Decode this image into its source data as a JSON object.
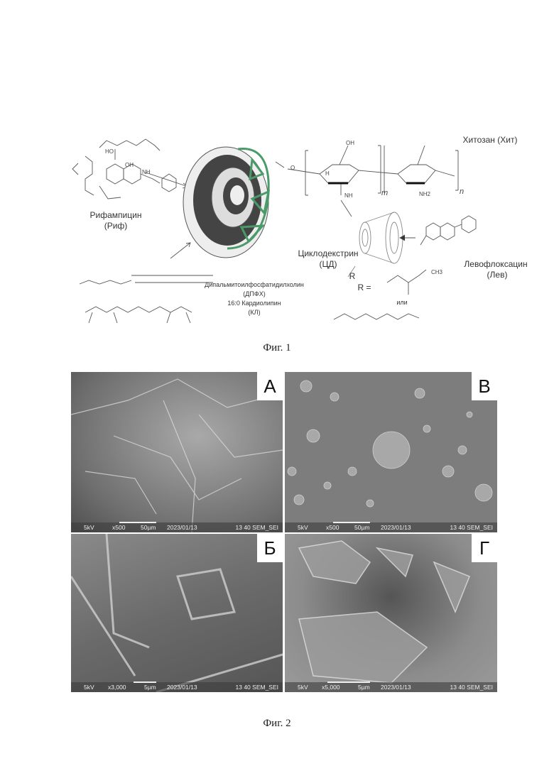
{
  "figure1": {
    "caption": "Фиг. 1",
    "rifampicin": {
      "name": "Рифампицин",
      "abbr": "(Риф)"
    },
    "chitosan": {
      "name": "Хитозан (Хит)",
      "sub_m": "m",
      "sub_n": "n"
    },
    "cyclodextrin": {
      "name": "Циклодекстрин",
      "abbr": "(ЦД)"
    },
    "levofloxacin": {
      "name": "Левофлоксацин",
      "abbr": "(Лев)"
    },
    "dppc": {
      "name": "Дипальмитоилфосфатидилхолин",
      "abbr": "(ДПФХ)"
    },
    "cardiolipin": {
      "name": "16:0 Кардиолипин",
      "abbr": "(КЛ)"
    },
    "r_label": "R",
    "r_equals": "R =",
    "or_label": "или",
    "chem_labels": {
      "oh": "OH",
      "ho": "HO",
      "nh": "NH",
      "nh2": "NH2",
      "h": "H",
      "ch3": "CH3",
      "o": "O"
    },
    "accent_color": "#4a9a6a"
  },
  "figure2": {
    "caption": "Фиг. 2",
    "panels": [
      {
        "letter": "А",
        "kv": "5kV",
        "mag": "x500",
        "scale": "50µm",
        "date": "2023/01/13",
        "info": "13 40 SEM_SEI"
      },
      {
        "letter": "В",
        "kv": "5kV",
        "mag": "x500",
        "scale": "50µm",
        "date": "2023/01/13",
        "info": "13 40 SEM_SEI"
      },
      {
        "letter": "Б",
        "kv": "5kV",
        "mag": "x3,000",
        "scale": "5µm",
        "date": "2023/01/13",
        "info": "13 40 SEM_SEI"
      },
      {
        "letter": "Г",
        "kv": "5kV",
        "mag": "x5,000",
        "scale": "5µm",
        "date": "2023/01/13",
        "info": "13 40 SEM_SEI"
      }
    ]
  }
}
